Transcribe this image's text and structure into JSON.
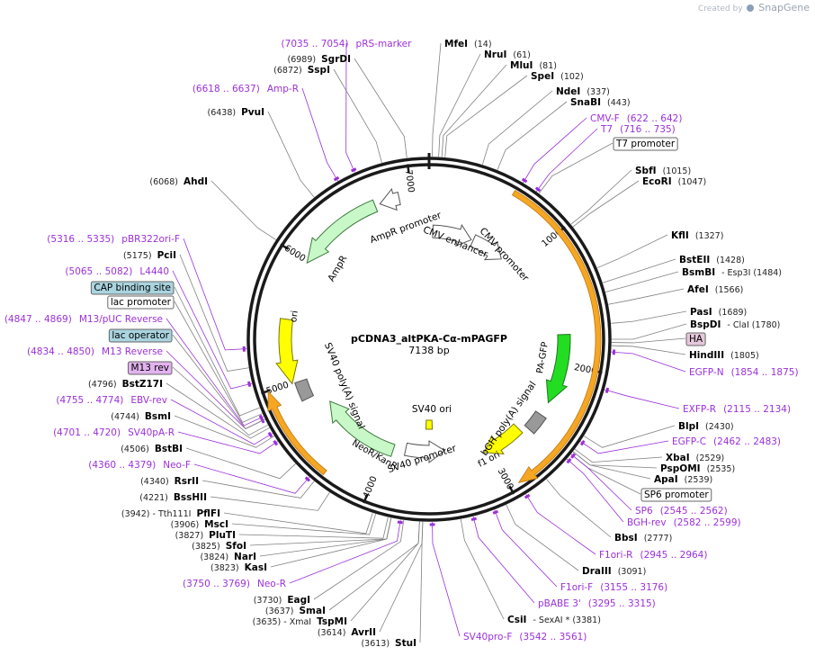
{
  "plasmid": {
    "name": "pCDNA3_altPKA-Cα-mPAGFP",
    "length": 7138,
    "length_label": "7138 bp"
  },
  "watermark": {
    "prefix": "Created by",
    "brand": "SnapGene"
  },
  "colors": {
    "backbone": "#1a1a1a",
    "site_label": "#000000",
    "site_pos": "#222222",
    "primer": "#9b30d9",
    "leader": "#808080",
    "primer_leader": "#9b30d9",
    "tick": "#1a1a1a",
    "annot_box_stroke": "#666666",
    "blue_box_fill": "#a9d4df",
    "pink_box_fill": "#e5c7da",
    "violet_box_fill": "#e2b3f0"
  },
  "ticks": [
    "1000",
    "2000",
    "3000",
    "4000",
    "5000",
    "6000",
    "7000"
  ],
  "features": [
    {
      "name": "CMV enhancer",
      "color": "#ffffff",
      "outline": "#555555"
    },
    {
      "name": "CMV promoter",
      "color": "#ffffff",
      "outline": "#555555"
    },
    {
      "name": "AmpR promoter",
      "color": "#ffffff",
      "outline": "#555555"
    },
    {
      "name": "AmpR",
      "color": "#c8f7c8",
      "outline": "#3a7a3a"
    },
    {
      "name": "ori",
      "color": "#ffff00",
      "outline": "#777700"
    },
    {
      "name": "PA-GFP",
      "color": "#22dd22",
      "outline": "#227722"
    },
    {
      "name": "bGH poly(A) signal",
      "color": "#999999",
      "outline": "#555555"
    },
    {
      "name": "f1 ori",
      "color": "#ffff00",
      "outline": "#777700"
    },
    {
      "name": "SV40 promoter",
      "color": "#ffffff",
      "outline": "#555555"
    },
    {
      "name": "SV40 ori",
      "color": "#ffff00",
      "outline": "#777700"
    },
    {
      "name": "NeoR/KanR",
      "color": "#c8f7c8",
      "outline": "#3a7a3a"
    },
    {
      "name": "SV40 poly(A) signal",
      "color": "#999999",
      "outline": "#555555"
    }
  ],
  "labels": [
    {
      "kind": "primer",
      "name": "pRS-marker",
      "pos": "(7035 .. 7054)"
    },
    {
      "kind": "site",
      "name": "MfeI",
      "pos": "(14)"
    },
    {
      "kind": "site",
      "name": "NruI",
      "pos": "(61)"
    },
    {
      "kind": "site",
      "name": "MluI",
      "pos": "(81)"
    },
    {
      "kind": "site",
      "name": "SpeI",
      "pos": "(102)"
    },
    {
      "kind": "site",
      "name": "NdeI",
      "pos": "(337)"
    },
    {
      "kind": "site",
      "name": "SnaBI",
      "pos": "(443)"
    },
    {
      "kind": "primer",
      "name": "CMV-F",
      "pos": "(622 .. 642)"
    },
    {
      "kind": "primer",
      "name": "T7",
      "pos": "(716 .. 735)"
    },
    {
      "kind": "box-white",
      "name": "T7 promoter",
      "pos": ""
    },
    {
      "kind": "site",
      "name": "SbfI",
      "pos": "(1015)"
    },
    {
      "kind": "site",
      "name": "EcoRI",
      "pos": "(1047)"
    },
    {
      "kind": "site",
      "name": "KflI",
      "pos": "(1327)"
    },
    {
      "kind": "site",
      "name": "BstEII",
      "pos": "(1428)"
    },
    {
      "kind": "site",
      "name": "BsmBI",
      "pos": "- Esp3I (1484)"
    },
    {
      "kind": "site",
      "name": "AfeI",
      "pos": "(1566)"
    },
    {
      "kind": "site",
      "name": "PasI",
      "pos": "(1689)"
    },
    {
      "kind": "site",
      "name": "BspDI",
      "pos": "- ClaI (1780)"
    },
    {
      "kind": "box-pink",
      "name": "HA",
      "pos": ""
    },
    {
      "kind": "site",
      "name": "HindIII",
      "pos": "(1805)"
    },
    {
      "kind": "primer",
      "name": "EGFP-N",
      "pos": "(1854 .. 1875)"
    },
    {
      "kind": "primer",
      "name": "EXFP-R",
      "pos": "(2115 .. 2134)"
    },
    {
      "kind": "site",
      "name": "BlpI",
      "pos": "(2430)"
    },
    {
      "kind": "primer",
      "name": "EGFP-C",
      "pos": "(2462 .. 2483)"
    },
    {
      "kind": "site",
      "name": "XbaI",
      "pos": "(2529)"
    },
    {
      "kind": "site",
      "name": "PspOMI",
      "pos": "(2535)"
    },
    {
      "kind": "site",
      "name": "ApaI",
      "pos": "(2539)"
    },
    {
      "kind": "box-white",
      "name": "SP6 promoter",
      "pos": ""
    },
    {
      "kind": "primer",
      "name": "SP6",
      "pos": "(2545 .. 2562)"
    },
    {
      "kind": "primer",
      "name": "BGH-rev",
      "pos": "(2582 .. 2599)"
    },
    {
      "kind": "site",
      "name": "BbsI",
      "pos": "(2777)"
    },
    {
      "kind": "primer",
      "name": "F1ori-R",
      "pos": "(2945 .. 2964)"
    },
    {
      "kind": "site",
      "name": "DraIII",
      "pos": "(3091)"
    },
    {
      "kind": "primer",
      "name": "F1ori-F",
      "pos": "(3155 .. 3176)"
    },
    {
      "kind": "primer",
      "name": "pBABE 3'",
      "pos": "(3295 .. 3315)"
    },
    {
      "kind": "site",
      "name": "CsiI",
      "pos": "- SexAI * (3381)"
    },
    {
      "kind": "primer",
      "name": "SV40pro-F",
      "pos": "(3542 .. 3561)"
    },
    {
      "kind": "site",
      "name": "StuI",
      "pos": "(3613)"
    },
    {
      "kind": "site",
      "name": "AvrII",
      "pos": "(3614)"
    },
    {
      "kind": "site",
      "name": "TspMI",
      "pos": "(3635) - XmaI"
    },
    {
      "kind": "site",
      "name": "SmaI",
      "pos": "(3637)"
    },
    {
      "kind": "site",
      "name": "EagI",
      "pos": "(3730)"
    },
    {
      "kind": "primer",
      "name": "Neo-R",
      "pos": "(3750 .. 3769)"
    },
    {
      "kind": "site",
      "name": "KasI",
      "pos": "(3823)"
    },
    {
      "kind": "site",
      "name": "NarI",
      "pos": "(3824)"
    },
    {
      "kind": "site",
      "name": "SfoI",
      "pos": "(3825)"
    },
    {
      "kind": "site",
      "name": "PluTI",
      "pos": "(3827)"
    },
    {
      "kind": "site",
      "name": "MscI",
      "pos": "(3906)"
    },
    {
      "kind": "site",
      "name": "PflFI",
      "pos": "(3942) - Tth111I"
    },
    {
      "kind": "site",
      "name": "BssHII",
      "pos": "(4221)"
    },
    {
      "kind": "site",
      "name": "RsrII",
      "pos": "(4340)"
    },
    {
      "kind": "primer",
      "name": "Neo-F",
      "pos": "(4360 .. 4379)"
    },
    {
      "kind": "site",
      "name": "BstBI",
      "pos": "(4506)"
    },
    {
      "kind": "primer",
      "name": "SV40pA-R",
      "pos": "(4701 .. 4720)"
    },
    {
      "kind": "site",
      "name": "BsmI",
      "pos": "(4744)"
    },
    {
      "kind": "primer",
      "name": "EBV-rev",
      "pos": "(4755 .. 4774)"
    },
    {
      "kind": "site",
      "name": "BstZ17I",
      "pos": "(4796)"
    },
    {
      "kind": "box-violet",
      "name": "M13 rev",
      "pos": ""
    },
    {
      "kind": "primer",
      "name": "M13 Reverse",
      "pos": "(4834 .. 4850)"
    },
    {
      "kind": "box-blue",
      "name": "lac operator",
      "pos": ""
    },
    {
      "kind": "primer",
      "name": "M13/pUC Reverse",
      "pos": "(4847 .. 4869)"
    },
    {
      "kind": "box-white",
      "name": "lac promoter",
      "pos": ""
    },
    {
      "kind": "box-blue",
      "name": "CAP binding site",
      "pos": ""
    },
    {
      "kind": "primer",
      "name": "L4440",
      "pos": "(5065 .. 5082)"
    },
    {
      "kind": "site",
      "name": "PciI",
      "pos": "(5175)"
    },
    {
      "kind": "primer",
      "name": "pBR322ori-F",
      "pos": "(5316 .. 5335)"
    },
    {
      "kind": "site",
      "name": "AhdI",
      "pos": "(6068)"
    },
    {
      "kind": "site",
      "name": "PvuI",
      "pos": "(6438)"
    },
    {
      "kind": "primer",
      "name": "Amp-R",
      "pos": "(6618 .. 6637)"
    },
    {
      "kind": "site",
      "name": "SspI",
      "pos": "(6872)"
    },
    {
      "kind": "site",
      "name": "SgrDI",
      "pos": "(6989)"
    }
  ]
}
